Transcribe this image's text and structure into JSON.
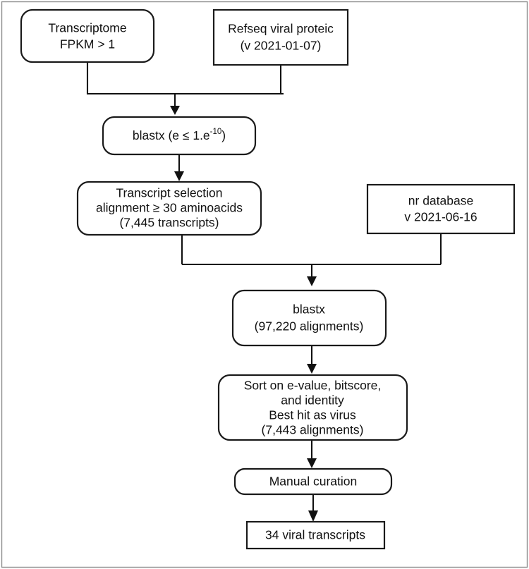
{
  "figure": {
    "title": "Viral transcript identification pipeline flowchart",
    "type": "flowchart",
    "colors": {
      "node_stroke": "#1a1a1a",
      "connector": "#111111",
      "frame": "#8f8f8f",
      "background": "#ffffff",
      "text": "#111111"
    }
  },
  "nodes": {
    "transcriptome": {
      "shape": "rounded-rect",
      "lines": [
        "Transcriptome",
        "FPKM > 1"
      ]
    },
    "refseq": {
      "shape": "rect",
      "lines": [
        "Refseq viral proteic",
        "(v 2021-01-07)"
      ]
    },
    "blastx1": {
      "shape": "rounded-rect",
      "lines": [
        "blastx (e ≤ 1.e",
        "-10",
        ")"
      ],
      "text_main": "blastx (e ≤ 1.e",
      "text_sup": "-10",
      "text_tail": ")"
    },
    "transcript_selection": {
      "shape": "rounded-rect",
      "lines": [
        "Transcript selection",
        "alignment ≥ 30 aminoacids",
        "(7,445 transcripts)"
      ]
    },
    "nr_database": {
      "shape": "rect",
      "lines": [
        "nr database",
        "v 2021-06-16"
      ]
    },
    "blastx2": {
      "shape": "rounded-rect",
      "lines": [
        "blastx",
        "(97,220 alignments)"
      ]
    },
    "sort_step": {
      "shape": "rounded-rect",
      "lines": [
        "Sort on e-value, bitscore,",
        "and identity",
        "Best hit as virus",
        "(7,443 alignments)"
      ]
    },
    "manual_curation": {
      "shape": "rounded-rect",
      "lines": [
        "Manual curation"
      ]
    },
    "result": {
      "shape": "rect",
      "lines": [
        "34 viral transcripts"
      ]
    }
  },
  "connectors": [
    {
      "name": "transcriptome-to-merge1",
      "from": "transcriptome",
      "to": "merge-junction-1"
    },
    {
      "name": "refseq-to-merge1",
      "from": "refseq",
      "to": "merge-junction-1"
    },
    {
      "name": "merge1-to-blastx1",
      "from": "merge-junction-1",
      "to": "blastx1",
      "arrow": true
    },
    {
      "name": "blastx1-to-transcript-selection",
      "from": "blastx1",
      "to": "transcript_selection",
      "arrow": true
    },
    {
      "name": "transcript-selection-to-merge2",
      "from": "transcript_selection",
      "to": "merge-junction-2"
    },
    {
      "name": "nr-database-to-merge2",
      "from": "nr_database",
      "to": "merge-junction-2"
    },
    {
      "name": "merge2-to-blastx2",
      "from": "merge-junction-2",
      "to": "blastx2",
      "arrow": true
    },
    {
      "name": "blastx2-to-sort",
      "from": "blastx2",
      "to": "sort_step",
      "arrow": true
    },
    {
      "name": "sort-to-manual-curation",
      "from": "sort_step",
      "to": "manual_curation",
      "arrow": true
    },
    {
      "name": "manual-curation-to-result",
      "from": "manual_curation",
      "to": "result",
      "arrow": true
    }
  ]
}
